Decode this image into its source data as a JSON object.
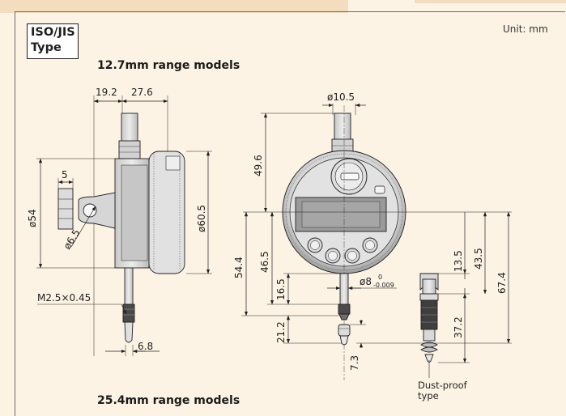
{
  "header": {
    "type_label_line1": "ISO/JIS",
    "type_label_line2": "Type",
    "unit": "Unit: mm"
  },
  "sections": {
    "first_title": "12.7mm range models",
    "second_title": "25.4mm range models"
  },
  "side_view_dims": {
    "top_left": "19.2",
    "top_right": "27.6",
    "height_left": "ø54",
    "lug_width": "5",
    "lug_hole": "ø6.5",
    "dial_dia": "ø60.5",
    "thread": "M2.5×0.45",
    "tip_width": "6.8"
  },
  "front_view_dims": {
    "stem_dia": "ø10.5",
    "top_height": "49.6",
    "total_lower": "54.4",
    "mid_lower": "46.5",
    "stem_lower": "16.5",
    "stem_dia_lower": "ø8",
    "tol_upper": "0",
    "tol_lower": "-0.009",
    "tip_length": "21.2",
    "tip_bottom": "7.3"
  },
  "dustproof_dims": {
    "a": "13.5",
    "b": "43.5",
    "c": "67.4",
    "d": "37.2"
  },
  "notes": {
    "dustproof_line1": "Dust-proof",
    "dustproof_line2": "type"
  },
  "colors": {
    "background": "#fdf3e4",
    "strip": "#f4dcbf",
    "body_gray": "#d5d5d5",
    "display": "#9a9a9a"
  }
}
